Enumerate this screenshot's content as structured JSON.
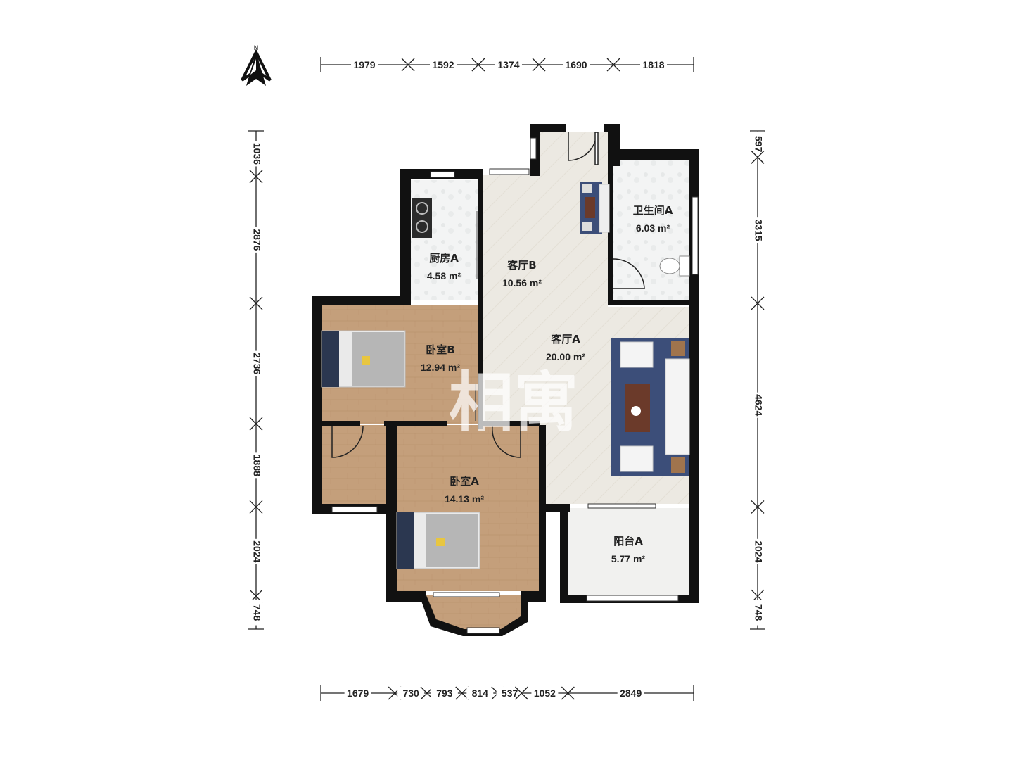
{
  "compass": {
    "label": "N",
    "icon": "north-arrow-icon"
  },
  "dims": {
    "top": [
      "1979",
      "1592",
      "1374",
      "1690",
      "1818"
    ],
    "bottom": [
      "1679",
      "730",
      "793",
      "814",
      "537",
      "1052",
      "2849"
    ],
    "left": [
      "1036",
      "2876",
      "2736",
      "1888",
      "2024",
      "748"
    ],
    "right": [
      "597",
      "3315",
      "4624",
      "2024",
      "748"
    ]
  },
  "rooms": {
    "kitchen_a": {
      "name": "厨房A",
      "area": "4.58 m²"
    },
    "living_b": {
      "name": "客厅B",
      "area": "10.56 m²"
    },
    "bathroom_a": {
      "name": "卫生间A",
      "area": "6.03 m²"
    },
    "living_a": {
      "name": "客厅A",
      "area": "20.00 m²"
    },
    "bedroom_b": {
      "name": "卧室B",
      "area": "12.94 m²"
    },
    "bedroom_a": {
      "name": "卧室A",
      "area": "14.13 m²"
    },
    "balcony_a": {
      "name": "阳台A",
      "area": "5.77 m²"
    }
  },
  "watermark": "相寓",
  "colors": {
    "wall": "#111111",
    "floor_tile": "#ece9e2",
    "floor_wood": "#c49f7b",
    "wet_tile": "#f2f3f3",
    "rug": "#3c4e79"
  }
}
